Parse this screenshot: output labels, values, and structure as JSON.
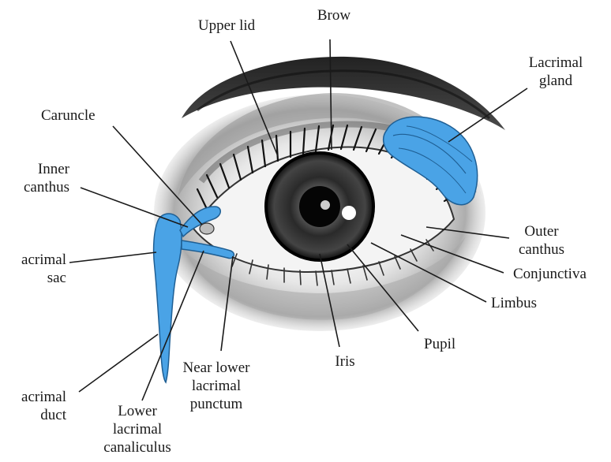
{
  "colors": {
    "lacrimal_blue": "#4aa3e6",
    "ink": "#1a1a1a",
    "background": "#ffffff"
  },
  "labels": {
    "brow": "Brow",
    "upper_lid": "Upper lid",
    "lacrimal_gland": [
      "Lacrimal",
      "gland"
    ],
    "caruncle": "Caruncle",
    "inner_canthus": [
      "Inner",
      "canthus"
    ],
    "lacrimal_sac": [
      "acrimal",
      "sac"
    ],
    "outer_canthus": [
      "Outer",
      "canthus"
    ],
    "conjunctiva": "Conjunctiva",
    "limbus": "Limbus",
    "pupil": "Pupil",
    "iris": "Iris",
    "near_lower_lacrimal_punctum": [
      "Near lower",
      "lacrimal",
      "punctum"
    ],
    "lacrimal_duct": [
      "acrimal",
      "duct"
    ],
    "lower_lacrimal_canaliculus": [
      "Lower",
      "lacrimal",
      "canaliculus"
    ]
  }
}
